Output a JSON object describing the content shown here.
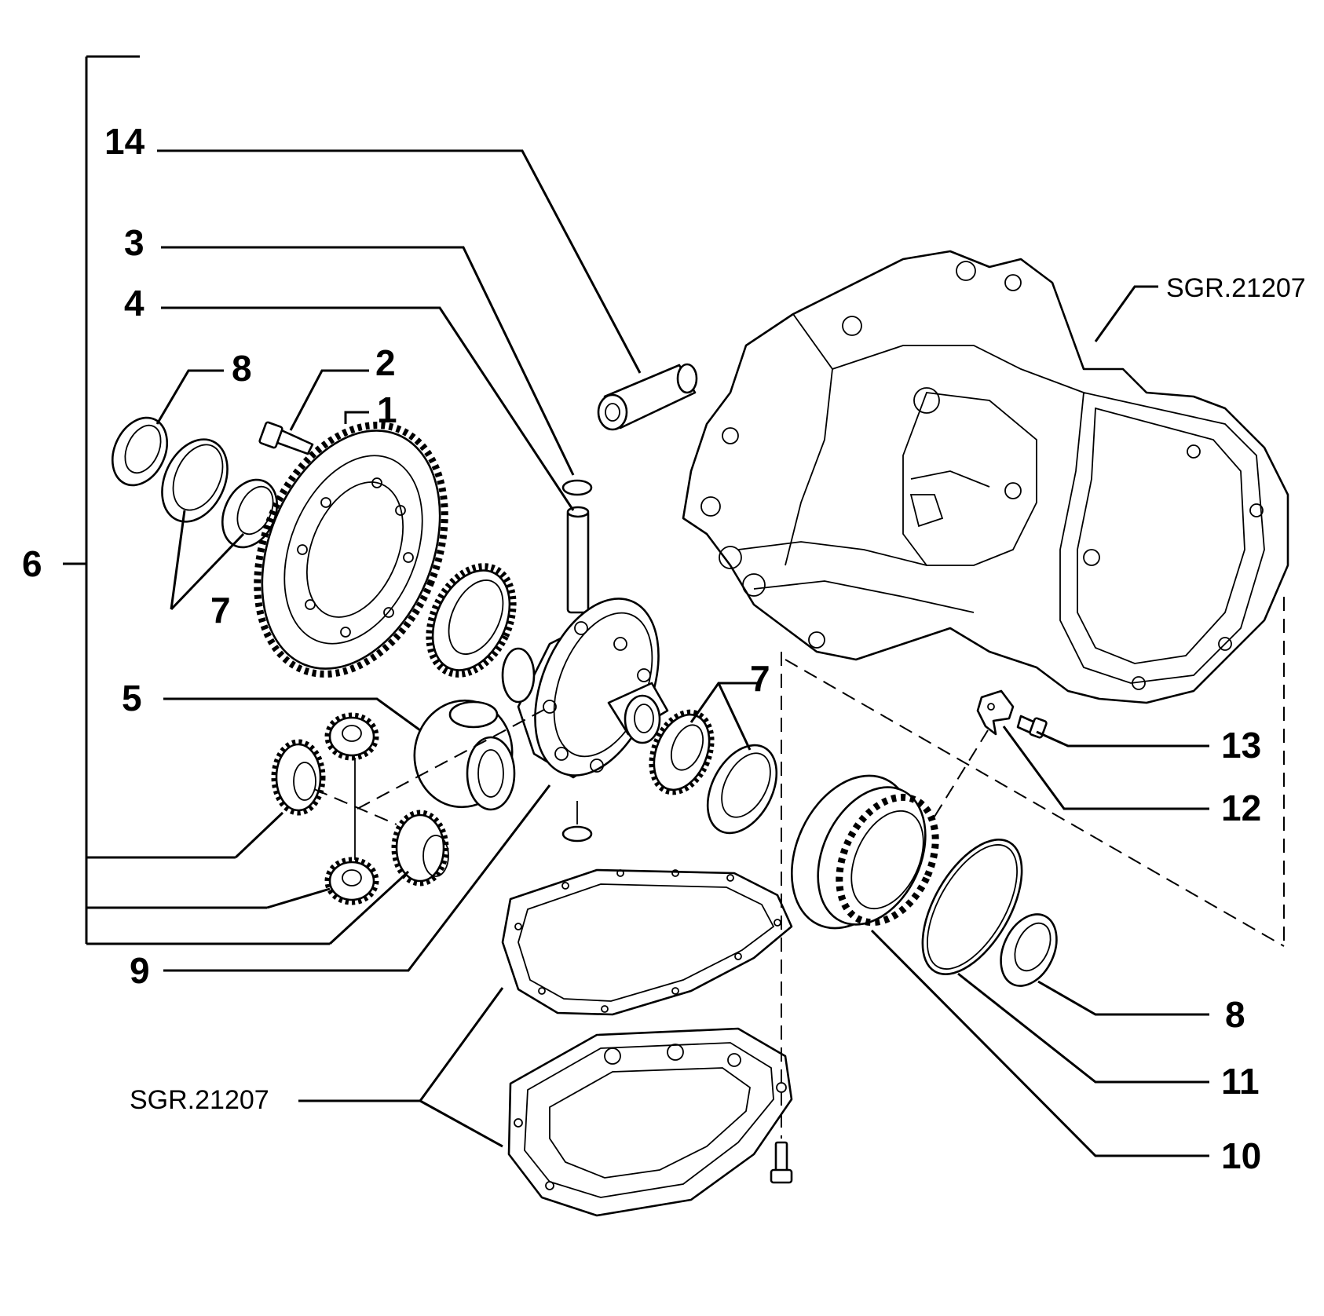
{
  "diagram": {
    "callouts": [
      "14",
      "3",
      "4",
      "8",
      "2",
      "1",
      "6",
      "7",
      "5",
      "7",
      "13",
      "12",
      "9",
      "8",
      "11",
      "10"
    ],
    "references": [
      "SGR.21207",
      "SGR.21207"
    ]
  }
}
